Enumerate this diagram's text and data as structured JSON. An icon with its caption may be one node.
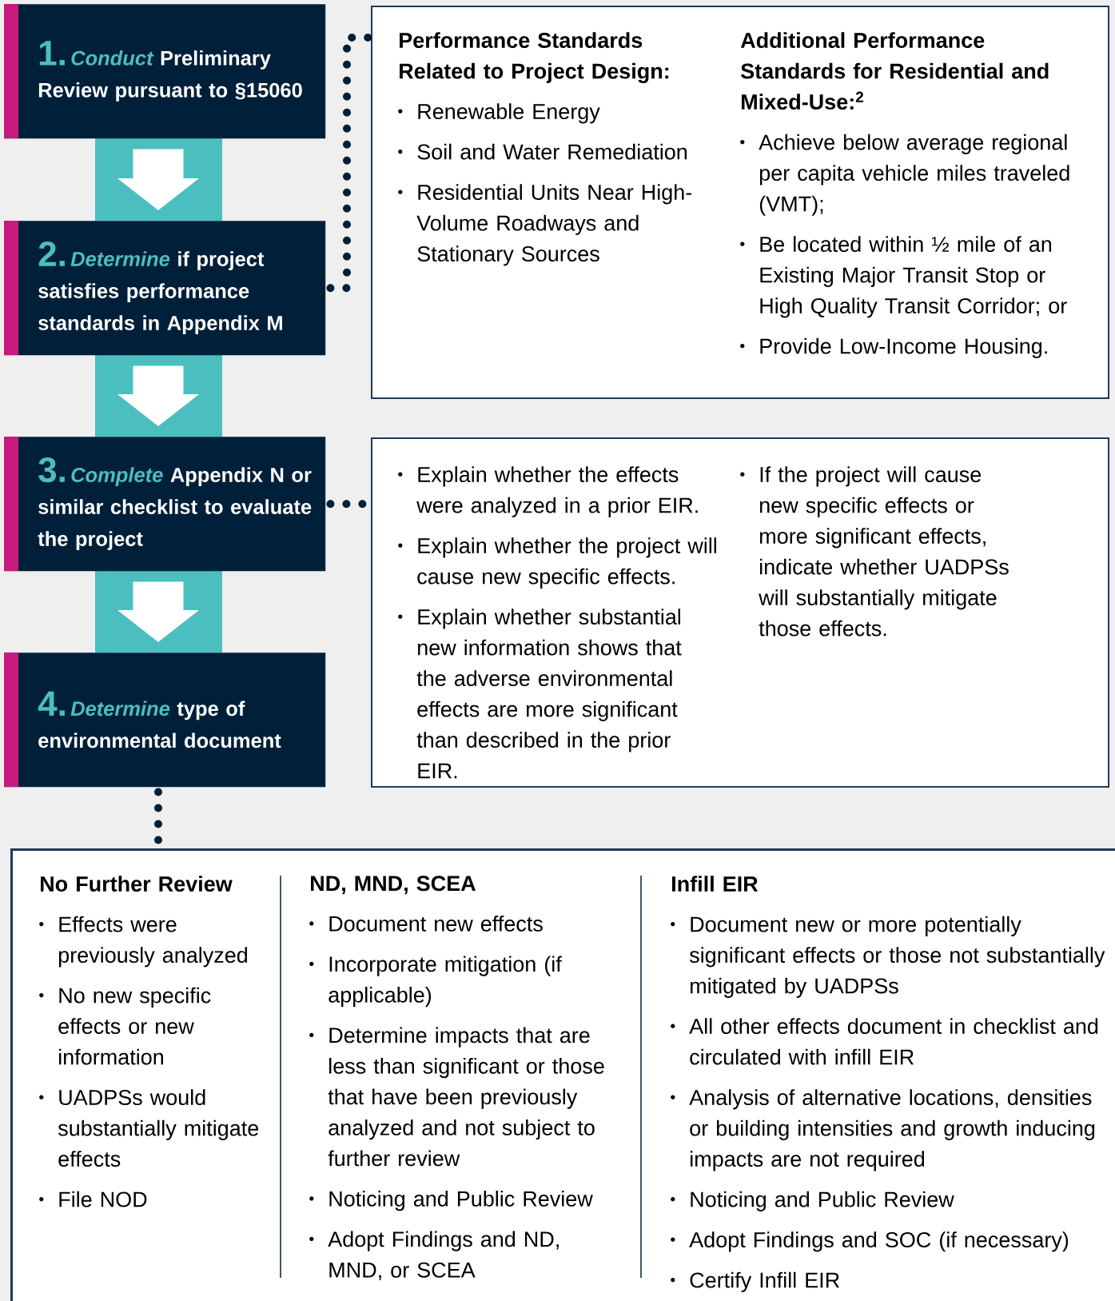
{
  "diagram": {
    "nodes": [
      {
        "text": [
          "1.",
          "Conduct",
          "Preliminary Review pursuant to §15060"
        ]
      },
      {
        "text": [
          "2.",
          "Determine",
          "if project satisfies performance standards in Appendix M"
        ]
      },
      {
        "text": [
          "3.",
          "Complete",
          "Appendix N or similar checklist to evaluate the project"
        ]
      },
      {
        "text": [
          "4.",
          "Determine",
          "type of environmental document"
        ]
      },
      {
        "text": [
          "Performance Standards Related to Project Design:",
          "Renewable Energy",
          "Soil and Water Remediation",
          "Residential Units Near High-Volume Roadways and Stationary Sources",
          "Additional Performance Standards for Residential and Mixed-Use:$^{2}$",
          "Achieve below average regional per capita vehicle miles traveled (VMT);",
          "Be located within ½ mile of an Existing Major Transit Stop or High Quality Transit Corridor; or",
          "Provide Low-Income Housing."
        ]
      },
      {
        "text": [
          "Explain whether the effects were analyzed in a prior EIR.",
          "Explain whether the project will cause new specific effects.",
          "Explain whether substantial new information shows that the adverse environmental effects are more significant than described in the prior EIR.",
          "If the project will cause new specific effects or more significant effects, indicate whether UADPSs will substantially mitigate those effects."
        ]
      },
      {
        "text": [
          "No Further Review",
          "Effects were previously analyzed",
          "No new specific effects or new information",
          "UADPSs would substantially mitigate effects",
          "File NOD",
          "ND, MND, SCEA",
          "Document new effects",
          "Incorporate mitigation (if applicable)",
          "Determine impacts that are less than significant or those that have been previously analyzed and not subject to further review",
          "Noticing and Public Review",
          "Adopt Findings and ND, MND, or SCEA",
          "Infill EIR",
          "Document new or more potentially significant effects or those not substantially mitigated by UADPSs",
          "All other effects document in checklist and circulated with infill EIR",
          "Analysis of alternative locations, densities or building intensities and growth inducing impacts are not required",
          "Noticing and Public Review",
          "Adopt Findings and SOC (if necessary)",
          "Certify Infill EIR"
        ]
      }
    ],
    "edges": [
      {
        "from": 0,
        "to": 1,
        "arrow": "to",
        "style": "thick",
        "color": "#ffffff"
      },
      {
        "from": 1,
        "to": 2,
        "arrow": "to",
        "style": "thick",
        "color": "#ffffff"
      },
      {
        "from": 2,
        "to": 3,
        "arrow": "to",
        "style": "thick",
        "color": "#ffffff"
      },
      {
        "from": 1,
        "to": 4,
        "arrow": "none",
        "style": "dashed",
        "color": "#00203a"
      },
      {
        "from": 2,
        "to": 5,
        "arrow": "none",
        "style": "dashed",
        "color": "#00203a"
      },
      {
        "from": 3,
        "to": 6,
        "arrow": "none",
        "style": "dashed",
        "color": "#00203a"
      }
    ]
  }
}
